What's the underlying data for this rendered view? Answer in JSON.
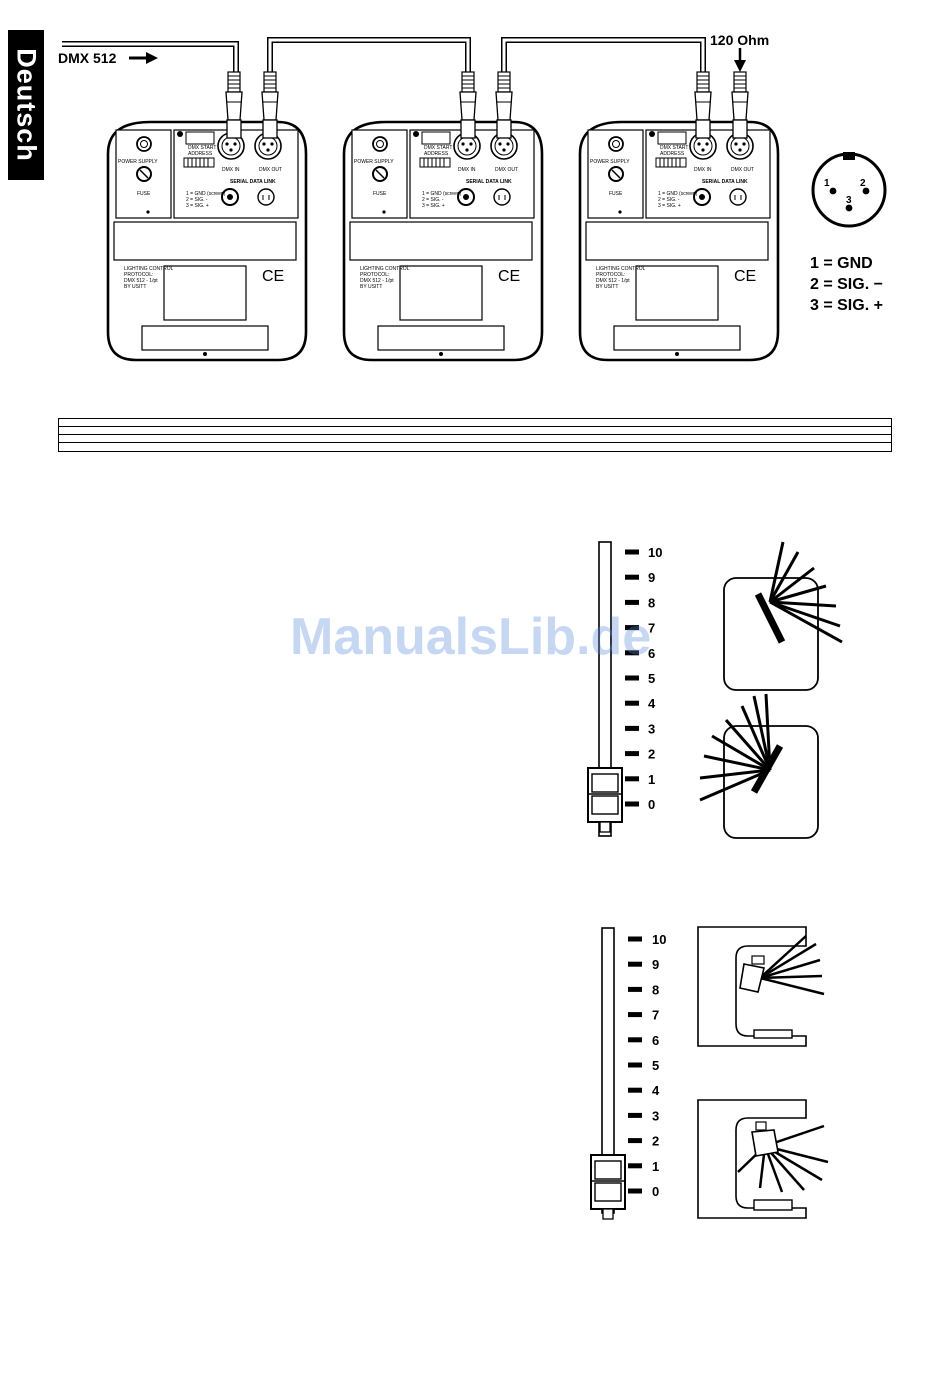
{
  "sidebar": {
    "language": "Deutsch"
  },
  "wiring": {
    "input_label": "DMX 512",
    "terminator_label": "120 Ohm",
    "fixture": {
      "power_supply": "POWER SUPPLY",
      "fuse": "FUSE",
      "dmx_start": "DMX START",
      "address": "ADDRESS",
      "dmx_in": "DMX IN",
      "dmx_out": "DMX OUT",
      "serial_data_link": "SERIAL DATA LINK",
      "pin1_small": "1 = GND (screen)",
      "pin2_small": "2 = SIG. -",
      "pin3_small": "3 = SIG. +",
      "lighting_control": "LIGHTING CONTROL",
      "protocol": "PROTOCOL:",
      "dmx": "DMX 512 - 1/pt",
      "usitt": "BY USITT",
      "ce": "CE"
    },
    "fixture_count": 3
  },
  "connector": {
    "pin_numbers": [
      "1",
      "2",
      "3"
    ],
    "legend": [
      "1 = GND",
      "2 = SIG. −",
      "3 = SIG. +"
    ]
  },
  "watermark": "ManualsLib.de",
  "fader_scale": [
    "10",
    "9",
    "8",
    "7",
    "6",
    "5",
    "4",
    "3",
    "2",
    "1",
    "0"
  ],
  "fader1": {
    "level": 0
  },
  "fader2": {
    "level": 0
  }
}
